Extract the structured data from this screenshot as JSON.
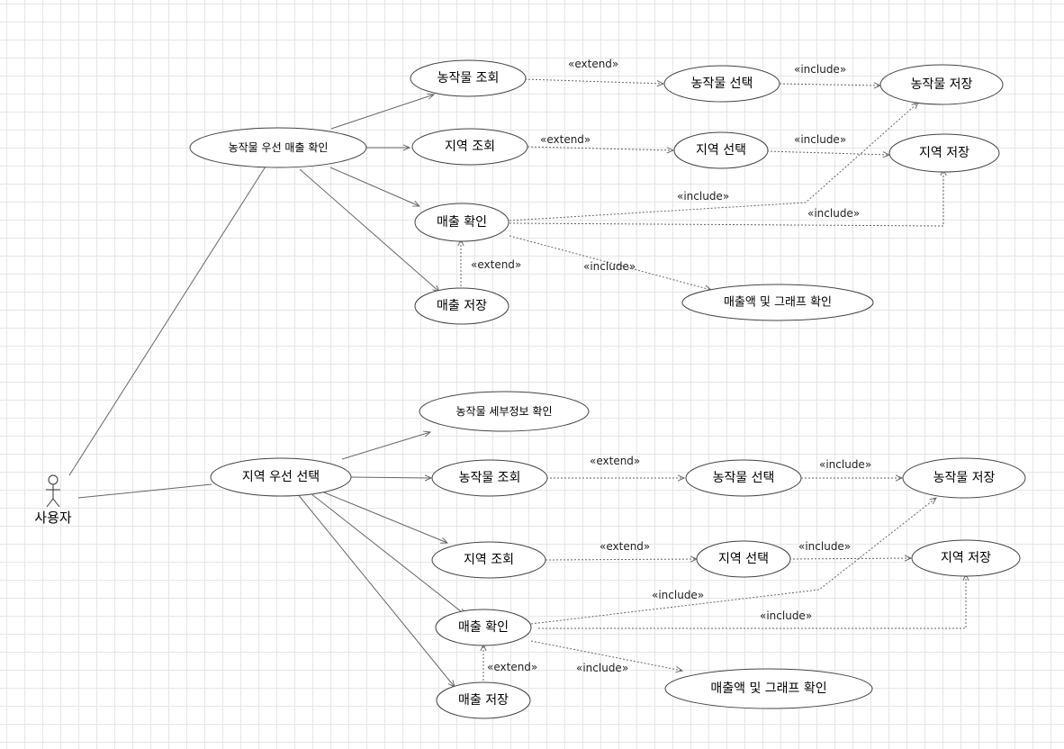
{
  "actor": {
    "name": "사용자"
  },
  "stereotypes": {
    "extend": "«extend»",
    "include": "«include»"
  },
  "top": {
    "main": "농작물 우선 매출 확인",
    "crop_query": "농작물 조회",
    "crop_select": "농작물 선택",
    "crop_save": "농작물 저장",
    "region_query": "지역 조회",
    "region_select": "지역 선택",
    "region_save": "지역 저장",
    "sales_check": "매출 확인",
    "sales_save": "매출 저장",
    "sales_graph": "매출액 및 그래프 확인"
  },
  "bottom": {
    "main": "지역 우선 선택",
    "crop_detail": "농작물 세부정보 확인",
    "crop_query": "농작물 조회",
    "crop_select": "농작물 선택",
    "crop_save": "농작물 저장",
    "region_query": "지역 조회",
    "region_select": "지역 선택",
    "region_save": "지역 저장",
    "sales_check": "매출 확인",
    "sales_save": "매출 저장",
    "sales_graph": "매출액 및 그래프 확인"
  }
}
